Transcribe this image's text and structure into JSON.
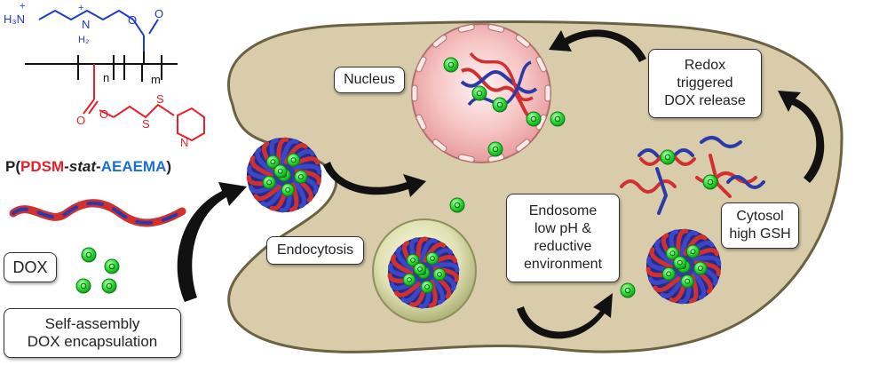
{
  "labels": {
    "nucleus": "Nucleus",
    "redox": "Redox\ntriggered\nDOX release",
    "endocytosis": "Endocytosis",
    "endosome": "Endosome\nlow pH &\nreductive\nenvironment",
    "cytosol": "Cytosol\nhigh GSH",
    "dox": "DOX",
    "self_assembly": "Self-assembly\nDOX encapsulation"
  },
  "polymer": {
    "prefix": "P(",
    "block1": "PDSM",
    "sep1": "-",
    "stat": "stat",
    "sep2": "-",
    "block2": "AEAEMA",
    "suffix": ")",
    "n": "n",
    "m": "m",
    "amine": "H₃N",
    "amine2": "H₂",
    "n_atom": "N",
    "o": "O",
    "s": "S",
    "plus": "+"
  },
  "colors": {
    "cell": "#d8ccaa",
    "cell_border": "#6b6244",
    "red": "#e8202a",
    "blue": "#1a6fd0",
    "dox_green": "#22dd33",
    "nucleus": "#f7c8c8",
    "endosome": "#cfd39a"
  }
}
